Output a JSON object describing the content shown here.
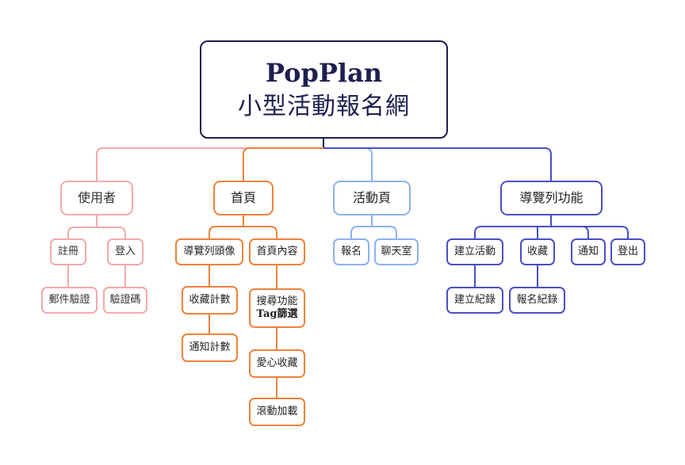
{
  "root": {
    "title": "PopPlan",
    "subtitle": "小型活動報名網"
  },
  "colors": {
    "pink": "#f4a9ab",
    "orange": "#f0823a",
    "blue": "#8db3ee",
    "navy": "#4a4fc4",
    "root": "#1f1f4f"
  },
  "branches": {
    "user": {
      "label": "使用者",
      "register": "註冊",
      "email_verify": "郵件驗證",
      "login": "登入",
      "captcha": "驗證碼"
    },
    "home": {
      "label": "首頁",
      "nav_header": "導覽列頭像",
      "fav_count": "收藏計數",
      "notify_count": "通知計數",
      "content": "首頁內容",
      "search": "搜尋功能",
      "tag_filter": "Tag篩選",
      "love_fav": "愛心收藏",
      "scroll_load": "滾動加載"
    },
    "event": {
      "label": "活動頁",
      "signup": "報名",
      "chatroom": "聊天室"
    },
    "nav": {
      "label": "導覽列功能",
      "create_event": "建立活動",
      "create_record": "建立紀錄",
      "favorites": "收藏",
      "signup_record": "報名紀錄",
      "notify": "通知",
      "logout": "登出"
    }
  }
}
